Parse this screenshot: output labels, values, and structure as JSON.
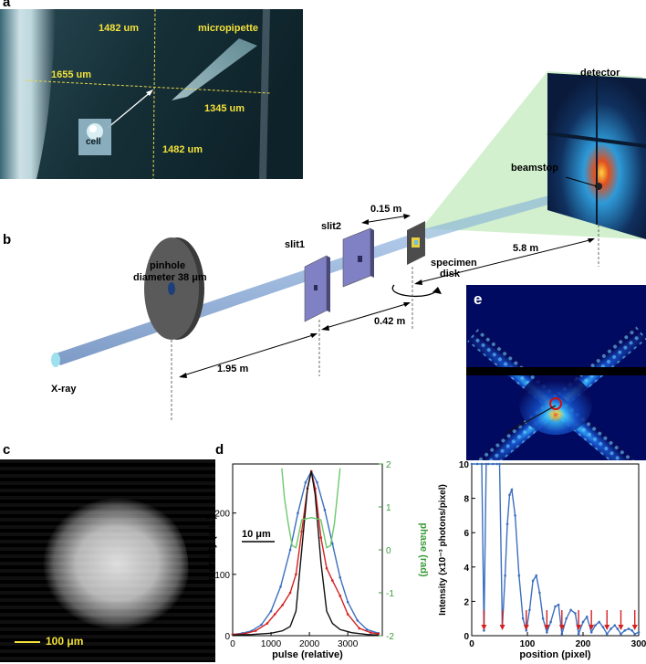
{
  "panels": {
    "a": {
      "letter": "a",
      "labels": {
        "top_dim": "1482 um",
        "left_dim": "1655 um",
        "right_dim": "1345 um",
        "bottom_dim": "1482 um",
        "micropipette": "micropipette",
        "cell": "cell"
      }
    },
    "b": {
      "letter": "b",
      "labels": {
        "xray": "X-ray",
        "pinhole_line1": "pinhole",
        "pinhole_line2": "diameter 38 μm",
        "slit1": "slit1",
        "slit2": "slit2",
        "dist_015": "0.15 m",
        "specimen_line1": "specimen",
        "specimen_line2": "disk",
        "dist_58": "5.8 m",
        "dist_042": "0.42 m",
        "dist_195": "1.95 m",
        "detector": "detector",
        "beamstop": "beamstop"
      }
    },
    "c": {
      "letter": "c",
      "scalebar": "100 μm"
    },
    "d": {
      "letter": "d"
    },
    "e": {
      "letter": "e"
    }
  },
  "chart_data": [
    {
      "id": "d",
      "type": "line",
      "xlabel": "pulse (relative)",
      "ylabel": "Intensity (a.u.)",
      "y2label": "phase (rad)",
      "xlim": [
        0,
        3900
      ],
      "ylim": [
        0,
        280
      ],
      "y2lim": [
        -2,
        2
      ],
      "xticks": [
        "0",
        "1000",
        "2000",
        "3000"
      ],
      "yticks": [
        "0",
        "100",
        "200"
      ],
      "y2ticks": [
        "-2",
        "-1",
        "0",
        "1",
        "2"
      ],
      "scalebar": "10 μm",
      "series": [
        {
          "color": "#3c6fbf",
          "x": [
            0,
            250,
            500,
            750,
            1000,
            1250,
            1500,
            1700,
            1900,
            2050,
            2200,
            2400,
            2600,
            2800,
            3000,
            3250,
            3500,
            3800
          ],
          "y": [
            2,
            4,
            8,
            18,
            40,
            80,
            140,
            200,
            250,
            268,
            250,
            205,
            150,
            95,
            55,
            25,
            10,
            4
          ]
        },
        {
          "color": "#d52020",
          "x": [
            0,
            300,
            600,
            900,
            1100,
            1300,
            1500,
            1650,
            1800,
            1950,
            2050,
            2150,
            2300,
            2450,
            2600,
            2800,
            3000,
            3300,
            3600,
            3800
          ],
          "y": [
            2,
            3,
            8,
            20,
            35,
            50,
            70,
            100,
            170,
            240,
            268,
            240,
            160,
            110,
            90,
            65,
            35,
            12,
            5,
            3
          ]
        },
        {
          "color": "#111111",
          "x": [
            0,
            500,
            1000,
            1300,
            1500,
            1650,
            1800,
            1950,
            2050,
            2150,
            2300,
            2450,
            2600,
            2800,
            3100,
            3500,
            3800
          ],
          "y": [
            1,
            2,
            4,
            8,
            15,
            40,
            140,
            240,
            268,
            230,
            120,
            40,
            20,
            10,
            5,
            2,
            1
          ]
        },
        {
          "color": "#6cc86c",
          "axis": "y2",
          "x": [
            1280,
            1350,
            1450,
            1550,
            1650,
            1800,
            2050,
            2300,
            2450,
            2550,
            2650,
            2720,
            2800
          ],
          "y": [
            1.9,
            1.2,
            0.6,
            0.1,
            0.05,
            0.7,
            0.75,
            0.7,
            0.05,
            0.1,
            0.6,
            1.2,
            1.9
          ]
        }
      ]
    },
    {
      "id": "e",
      "type": "line",
      "xlabel": "position (pixel)",
      "ylabel": "Intensity (x10⁻³ photons/pixel)",
      "xlim": [
        0,
        300
      ],
      "ylim": [
        0,
        10
      ],
      "xticks": [
        "0",
        "100",
        "200",
        "300"
      ],
      "yticks": [
        "0",
        "2",
        "4",
        "6",
        "8",
        "10"
      ],
      "arrows_x": [
        22,
        55,
        98,
        135,
        162,
        192,
        215,
        243,
        268,
        293
      ],
      "series": [
        {
          "color": "#3c6fbf",
          "x": [
            0,
            10,
            18,
            22,
            26,
            30,
            38,
            45,
            50,
            55,
            60,
            64,
            68,
            72,
            78,
            85,
            92,
            98,
            104,
            110,
            116,
            122,
            128,
            135,
            142,
            150,
            156,
            162,
            170,
            178,
            186,
            192,
            200,
            207,
            215,
            222,
            229,
            236,
            243,
            250,
            257,
            262,
            268,
            275,
            282,
            288,
            293,
            300
          ],
          "y": [
            10,
            10,
            10,
            0.3,
            10,
            10,
            10,
            10,
            10,
            0.5,
            3.5,
            6.5,
            8.2,
            8.5,
            7.0,
            3.5,
            1.0,
            0.3,
            1.5,
            3.2,
            3.5,
            2.5,
            1.0,
            0.2,
            0.8,
            1.7,
            1.8,
            0.1,
            1.0,
            1.5,
            1.3,
            0.1,
            0.8,
            1.1,
            0.2,
            0.6,
            0.8,
            0.5,
            0.1,
            0.4,
            0.6,
            0.4,
            0.1,
            0.3,
            0.4,
            0.3,
            0.1,
            0.2
          ]
        }
      ]
    }
  ]
}
